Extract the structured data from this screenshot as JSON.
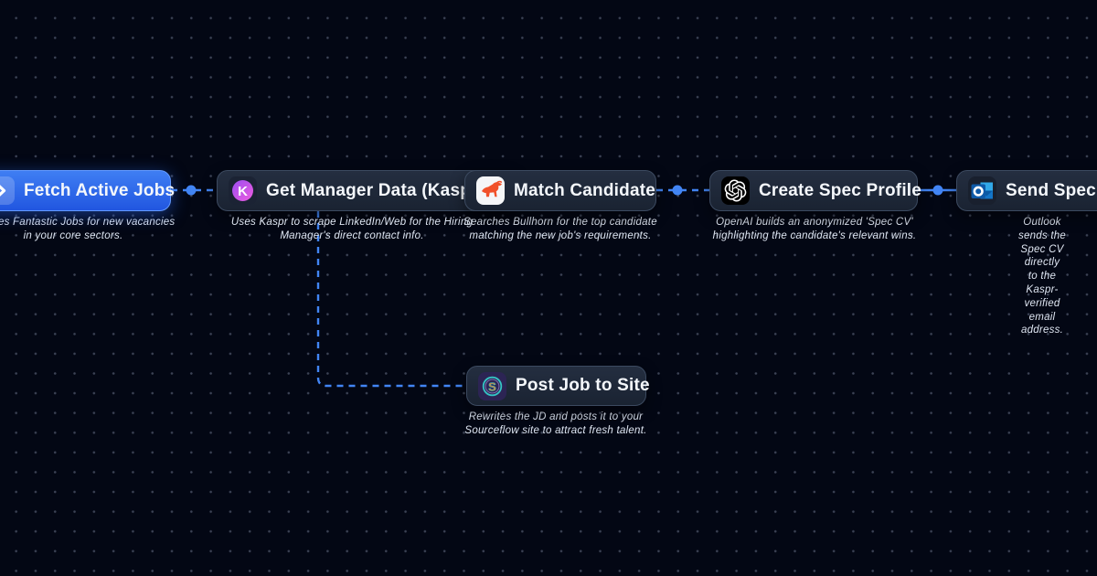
{
  "canvas": {
    "background": "#030714",
    "accent": "#4285f4",
    "node_background": "#1d2635",
    "grid_dot_color": "#828ca5"
  },
  "nodes": [
    {
      "id": "fetch-active-jobs",
      "title": "Fetch Active Jobs",
      "subtitle": "Queries Fantastic Jobs for new vacancies\nin your core sectors.",
      "icon": "chevron-right-icon",
      "variant": "primary-selected"
    },
    {
      "id": "get-manager-data",
      "title": "Get Manager Data (Kaspr)",
      "subtitle": "Uses Kaspr to scrape LinkedIn/Web for the Hiring\nManager's direct contact info.",
      "icon": "kaspr-icon",
      "icon_letter": "K",
      "icon_colors": [
        "#9b4df0",
        "#ee5ce0"
      ]
    },
    {
      "id": "match-candidate",
      "title": "Match Candidate",
      "subtitle": "Searches Bullhorn for the top candidate\nmatching the new job's requirements.",
      "icon": "bullhorn-icon",
      "icon_colors": [
        "#f1512a"
      ]
    },
    {
      "id": "create-spec-profile",
      "title": "Create Spec Profile",
      "subtitle": "OpenAI builds an anonymized 'Spec CV'\nhighlighting the candidate's relevant wins.",
      "icon": "openai-icon",
      "icon_colors": [
        "#000000",
        "#ffffff"
      ]
    },
    {
      "id": "send-spec-cv",
      "title": "Send Spec CV",
      "subtitle": "Outlook sends the Spec CV directly\nto the Kaspr-verified email address.",
      "icon": "outlook-icon",
      "icon_colors": [
        "#28a8ea",
        "#0a63b8"
      ]
    },
    {
      "id": "post-job-to-site",
      "title": "Post Job to Site",
      "subtitle": "Rewrites the JD and posts it to your\nSourceflow site to attract fresh talent.",
      "icon": "sourceflow-icon",
      "icon_letter": "S",
      "icon_colors": [
        "#35c4c4",
        "#d4813a"
      ]
    }
  ],
  "edges": [
    {
      "from": "fetch-active-jobs",
      "to": "get-manager-data",
      "style": "dashed-with-dot"
    },
    {
      "from": "match-candidate",
      "to": "create-spec-profile",
      "style": "dashed-with-dot"
    },
    {
      "from": "create-spec-profile",
      "to": "send-spec-cv",
      "style": "solid-with-dot"
    },
    {
      "from": "get-manager-data",
      "to": "post-job-to-site",
      "style": "dashed-elbow"
    }
  ]
}
